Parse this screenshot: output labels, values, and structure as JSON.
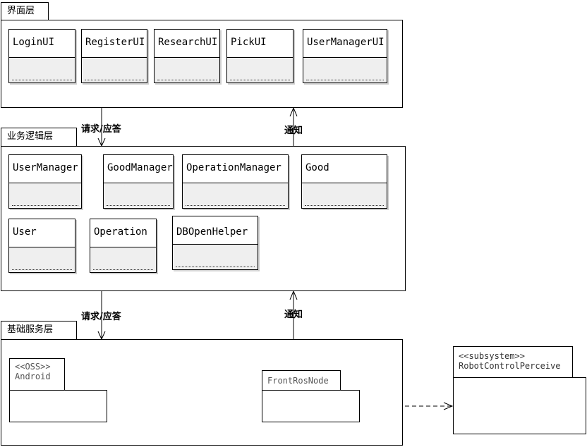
{
  "layers": {
    "ui": {
      "title": "界面层",
      "classes": [
        "LoginUI",
        "RegisterUI",
        "ResearchUI",
        "PickUI",
        "UserManagerUI"
      ]
    },
    "logic": {
      "title": "业务逻辑层",
      "classes": [
        "UserManager",
        "GoodManager",
        "OperationManager",
        "Good",
        "User",
        "Operation",
        "DBOpenHelper"
      ]
    },
    "base": {
      "title": "基础服务层",
      "packages": {
        "android": {
          "stereotype": "<<OSS>>",
          "name": "Android"
        },
        "front": {
          "name": "FrontRosNode"
        }
      }
    }
  },
  "subsystem": {
    "stereotype": "<<subsystem>>",
    "name": "RobotControlPerceive"
  },
  "connectors": {
    "ui_to_logic_request": "请求/应答",
    "logic_to_ui_notify": "通知",
    "logic_to_base_request": "请求/应答",
    "base_to_logic_notify": "通知"
  }
}
